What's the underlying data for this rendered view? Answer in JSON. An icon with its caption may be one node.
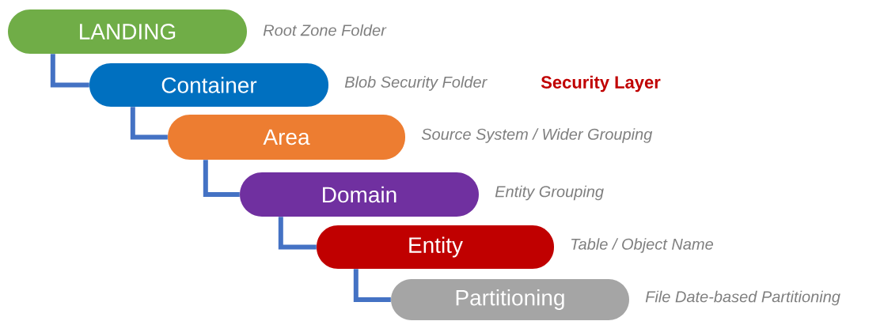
{
  "diagram": {
    "nodes": [
      {
        "text": [
          "LANDING"
        ],
        "beside": [
          "Root Zone Folder"
        ]
      },
      {
        "text": [
          "Container"
        ],
        "beside": [
          "Blob Security Folder"
        ]
      },
      {
        "text": [
          "Area"
        ],
        "beside": [
          "Source System / Wider Grouping"
        ]
      },
      {
        "text": [
          "Domain"
        ],
        "beside": [
          "Entity Grouping"
        ]
      },
      {
        "text": [
          "Entity"
        ],
        "beside": [
          "Table / Object Name"
        ]
      },
      {
        "text": [
          "Partitioning"
        ],
        "beside": [
          "File Date-based Partitioning"
        ]
      }
    ],
    "edges": [
      {
        "from": 0,
        "to": 1,
        "arrow": "none"
      },
      {
        "from": 1,
        "to": 2,
        "arrow": "none"
      },
      {
        "from": 2,
        "to": 3,
        "arrow": "none"
      },
      {
        "from": 3,
        "to": 4,
        "arrow": "none"
      },
      {
        "from": 4,
        "to": 5,
        "arrow": "none"
      }
    ],
    "labels": [
      "Security Layer"
    ]
  }
}
